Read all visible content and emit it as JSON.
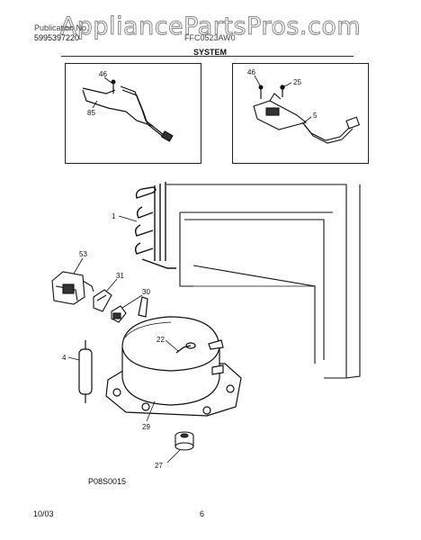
{
  "watermark": "AppliancePartsPros.com",
  "header": {
    "publication_label": "Publication No.",
    "publication_no": "5995397220",
    "model_label": "FFC0523AW0",
    "section_title": "SYSTEM"
  },
  "callouts": {
    "left_inset": {
      "a": "46",
      "b": "85"
    },
    "right_inset": {
      "a": "46",
      "b": "25",
      "c": "5"
    },
    "main": {
      "condenser": "1",
      "overload": "53",
      "relay": "31",
      "cover": "30",
      "drier": "4",
      "wire": "22",
      "compressor": "29",
      "grommet": "27"
    }
  },
  "figure_code": "P08S0015",
  "footer": {
    "date": "10/03",
    "page": "6"
  }
}
